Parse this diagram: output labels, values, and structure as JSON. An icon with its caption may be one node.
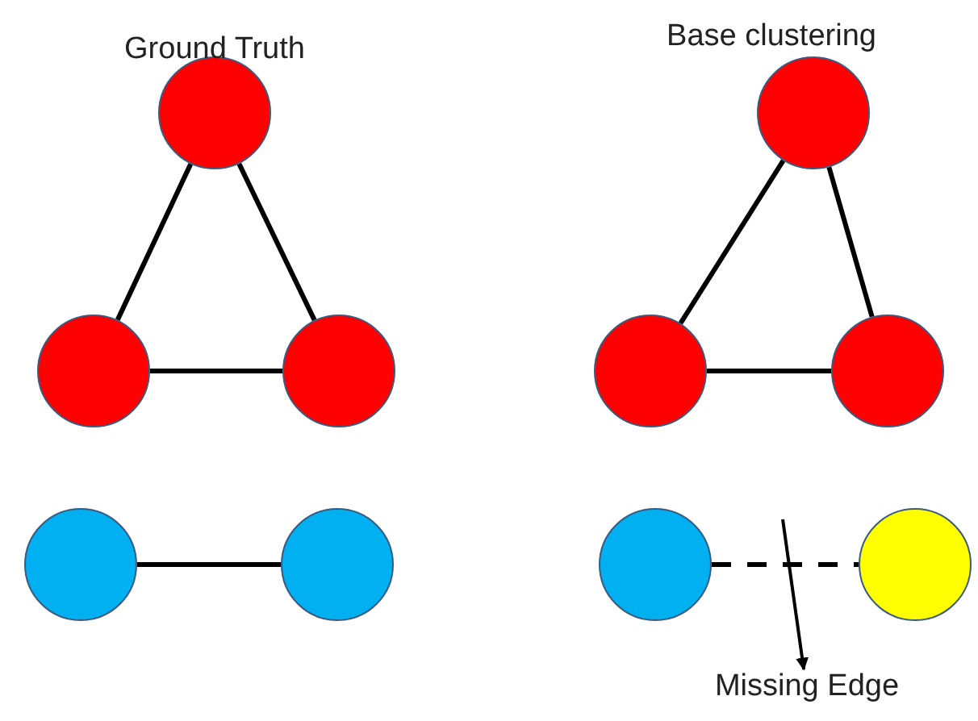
{
  "diagram": {
    "nodes": [
      {
        "text": [],
        "shape": "circle"
      },
      {
        "text": [],
        "shape": "circle"
      },
      {
        "text": [],
        "shape": "circle"
      },
      {
        "text": [],
        "shape": "circle"
      },
      {
        "text": [],
        "shape": "circle"
      },
      {
        "text": [],
        "shape": "circle"
      },
      {
        "text": [],
        "shape": "circle"
      },
      {
        "text": [],
        "shape": "circle"
      },
      {
        "text": [],
        "shape": "circle"
      },
      {
        "text": [],
        "shape": "circle"
      },
      {
        "text": [
          "Missing Edge"
        ]
      }
    ],
    "edges": [
      {
        "from": 0,
        "to": 2,
        "arrow": "none"
      },
      {
        "from": 0,
        "to": 3,
        "arrow": "none"
      },
      {
        "from": 2,
        "to": 3,
        "arrow": "none"
      },
      {
        "from": 1,
        "to": 4,
        "arrow": "none"
      },
      {
        "from": 1,
        "to": 5,
        "arrow": "none"
      },
      {
        "from": 4,
        "to": 5,
        "arrow": "none"
      },
      {
        "from": 6,
        "to": 7,
        "arrow": "none"
      },
      {
        "from": 8,
        "to": 9,
        "arrow": "none",
        "style": "dashed"
      },
      {
        "from": null,
        "to": 10,
        "arrow": "to"
      }
    ],
    "labels": [
      "Ground Truth",
      "Base clustering"
    ]
  }
}
